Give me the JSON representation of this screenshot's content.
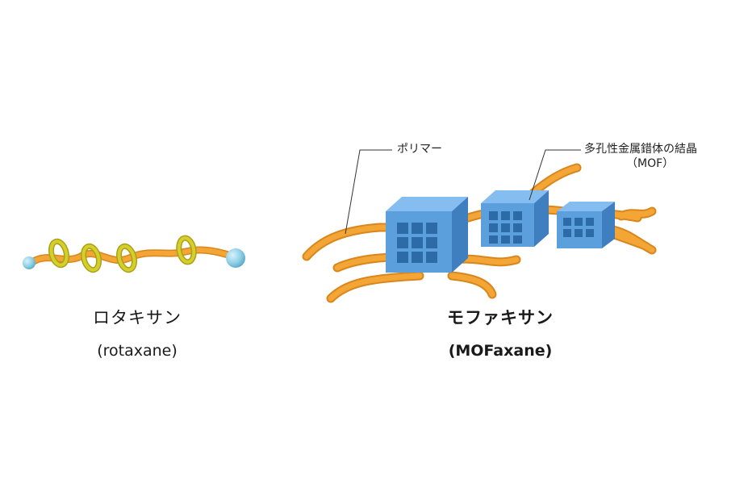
{
  "rotaxane": {
    "name_ja": "ロタキサン",
    "name_en": "(rotaxane)"
  },
  "mofaxane": {
    "name_ja": "モファキサン",
    "name_en": "(MOFaxane)",
    "label_polymer": "ポリマー",
    "label_mof_line1": "多孔性金属錯体の結晶",
    "label_mof_line2": "（MOF）"
  },
  "colors": {
    "polymer": "#f3a536",
    "polymer_dark": "#d9861c",
    "ring": "#d6cf2b",
    "ring_dark": "#a9a116",
    "stopper": "#8fd0e6",
    "mof_front": "#5b9fdc",
    "mof_side": "#3f7fc0",
    "mof_top": "#86bdf0",
    "mof_pore": "#2d6aa8"
  }
}
